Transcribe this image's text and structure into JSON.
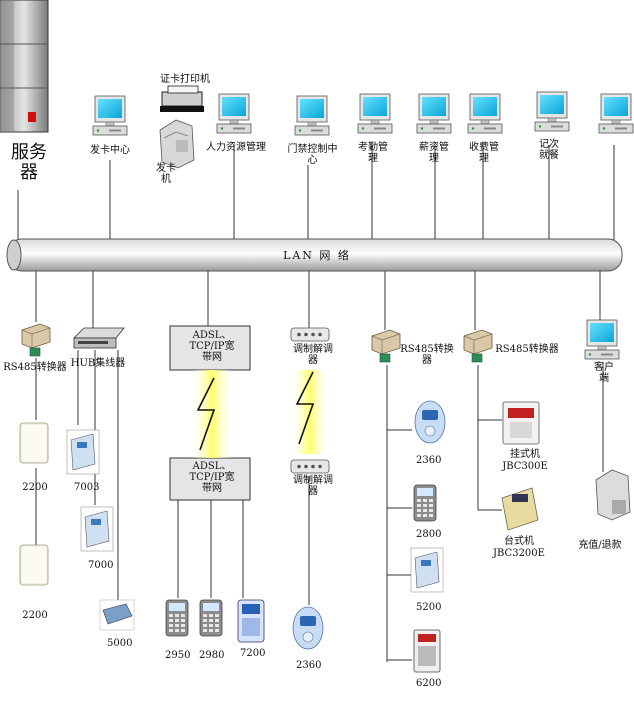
{
  "server": {
    "label": "服务器"
  },
  "printer": {
    "label": "证卡打印机"
  },
  "card_issuer": {
    "label": "发卡机"
  },
  "workstations": [
    {
      "label": "发卡中心"
    },
    {
      "label": "人力资源管理"
    },
    {
      "label": "门禁控制中心"
    },
    {
      "label": "考勤管理"
    },
    {
      "label": "薪资管理"
    },
    {
      "label": "收费管理"
    },
    {
      "label": "记次就餐"
    },
    {
      "label": ""
    }
  ],
  "lan": {
    "label": "LAN  网     络"
  },
  "rs485_left": {
    "label": "RS485转换器"
  },
  "hub": {
    "label": "HUB集线器"
  },
  "adsl_top": {
    "label": "ADSL、TCP/IP宽带网"
  },
  "adsl_bottom": {
    "label": "ADSL、TCP/IP宽带网"
  },
  "modem_top": {
    "label": "调制解调器"
  },
  "modem_bottom": {
    "label": "调制解调器"
  },
  "rs485_mid": {
    "label": "RS485转换器"
  },
  "rs485_right": {
    "label": "RS485转换器"
  },
  "client": {
    "label": "客户端"
  },
  "wall_unit": {
    "label": "挂式机",
    "model": "JBC300E"
  },
  "desk_unit": {
    "label": "台式机",
    "model": "JBC3200E"
  },
  "recharge": {
    "label": "充值/退款"
  },
  "devices": {
    "d2200a": "2200",
    "d2200b": "2200",
    "d7003": "7003",
    "d7000": "7000",
    "d5000": "5000",
    "d2950": "2950",
    "d2980": "2980",
    "d7200": "7200",
    "d2360_modem": "2360",
    "d2360": "2360",
    "d2800": "2800",
    "d5200": "5200",
    "d6200": "6200"
  }
}
